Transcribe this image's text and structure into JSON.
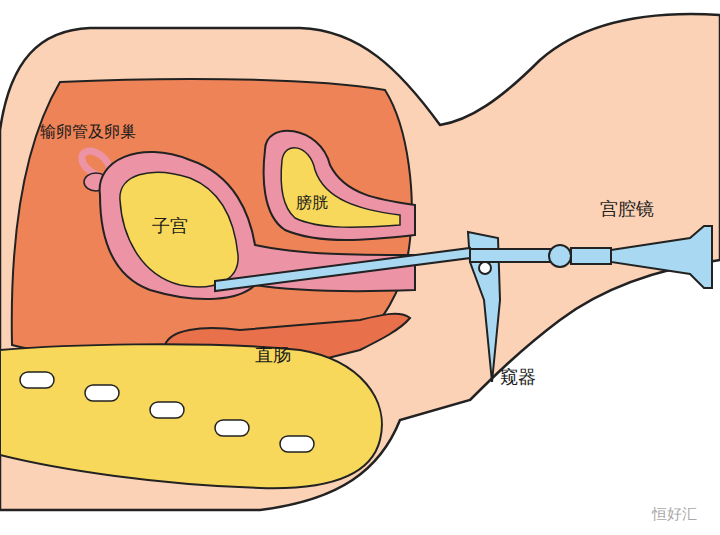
{
  "diagram": {
    "labels": [
      "输卵管及卵巢",
      "子宫",
      "膀胱",
      "直肠",
      "宫腔镜",
      "窥器",
      "恒好汇"
    ]
  }
}
